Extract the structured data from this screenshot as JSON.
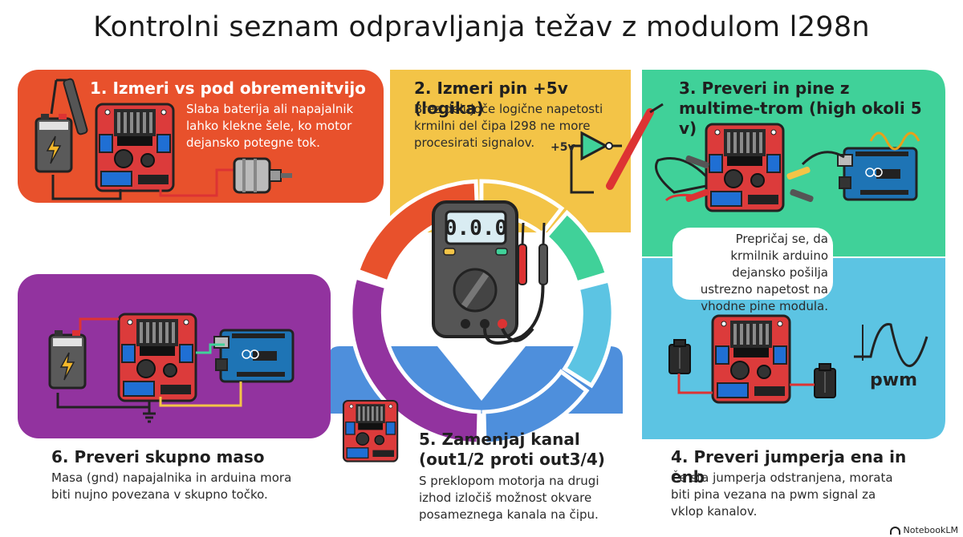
{
  "title": "Kontrolni seznam odpravljanja težav z modulom l298n",
  "display": "0.0.0",
  "sections": [
    {
      "title": "1. Izmeri vs pod obremenitvijo",
      "body": "Slaba baterija ali napajalnik lahko klekne šele, ko motor dejansko potegne tok."
    },
    {
      "title": "2. Izmeri pin +5v (logika)",
      "body": "Brez delujoče logične napetosti krmilni del čipa l298 ne more procesirati signalov.",
      "label": "+5v"
    },
    {
      "title": "3. Preveri in pine z multime-trom (high okoli 5 v)",
      "body": "Prepričaj se, da krmilnik arduino dejansko pošilja ustrezno napetost na vhodne pine modula."
    },
    {
      "title": "4. Preveri jumperja ena in enb",
      "body": "Če sta jumperja odstranjena, morata biti pina vezana na pwm signal za vklop kanalov.",
      "label": "pwm"
    },
    {
      "title": "5. Zamenjaj kanal (out1/2 proti out3/4)",
      "body": "S preklopom motorja na drugi izhod izločiš možnost okvare posameznega kanala na čipu."
    },
    {
      "title": "6. Preveri skupno maso",
      "body": "Masa (gnd) napajalnika in arduina mora biti nujno povezana v skupno točko."
    }
  ],
  "brand": "NotebookLM",
  "colors": {
    "red": "#e8512c",
    "yellow": "#f3c447",
    "green": "#40d199",
    "cyan": "#5cc4e3",
    "blue": "#4e8fdc",
    "purple": "#92339f"
  }
}
